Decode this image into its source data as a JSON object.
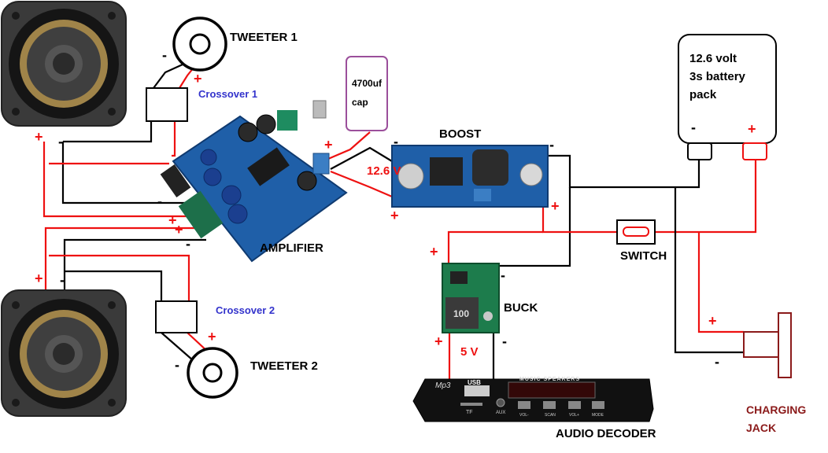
{
  "labels": {
    "tweeter1": "TWEETER 1",
    "tweeter2": "TWEETER 2",
    "crossover1": "Crossover 1",
    "crossover2": "Crossover 2",
    "amplifier": "AMPLIFIER",
    "cap_line1": "4700uf",
    "cap_line2": "cap",
    "boost": "BOOST",
    "boost_voltage": "12.6 V",
    "battery_line1": "12.6 volt",
    "battery_line2": "3s battery",
    "battery_line3": "pack",
    "switch": "SWITCH",
    "buck": "BUCK",
    "buck_voltage": "5 V",
    "charging_line1": "CHARGING",
    "charging_line2": "JACK",
    "audio_decoder": "AUDIO DECODER",
    "decoder_usb": "USB",
    "decoder_brand": "MUSIC SPEAKERS",
    "decoder_mp3": "Mp3",
    "decoder_tf": "TF",
    "decoder_aux": "AUX",
    "decoder_buttons": [
      "VOL-",
      "SCAN",
      "VOL+",
      "MODE"
    ],
    "buck_chip": "100",
    "plus": "+",
    "minus": "-"
  },
  "colors": {
    "positive_wire": "#ee1111",
    "negative_wire": "#000000",
    "crossover_label": "#3333cc",
    "capacitor_border": "#9b4f9b",
    "charging_jack": "#8b1a1a",
    "pcb_blue": "#1f5fa8"
  }
}
